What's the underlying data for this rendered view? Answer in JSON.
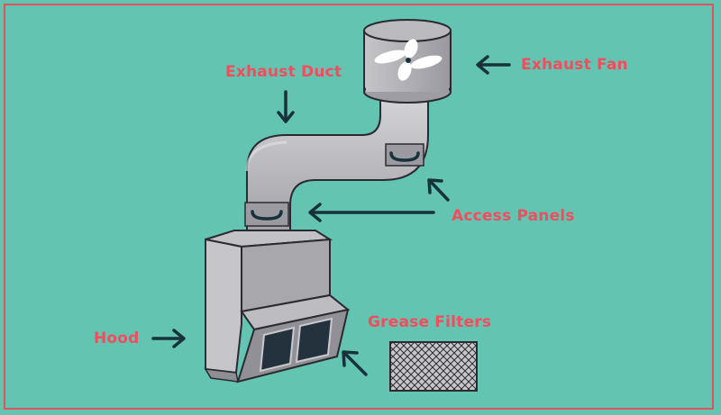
{
  "labels": {
    "exhaust_duct": "Exhaust Duct",
    "exhaust_fan": "Exhaust Fan",
    "access_panels": "Access Panels",
    "hood": "Hood",
    "grease_filters": "Grease Filters"
  },
  "colors": {
    "background": "#63c4b1",
    "frame": "#e0525c",
    "label": "#f04e5e",
    "arrow": "#17323a",
    "metal_light": "#cfcfd3",
    "metal_mid": "#a9a9ae",
    "metal_dark": "#7d7d83",
    "outline": "#2a2a30",
    "filter_glass": "#23323c"
  }
}
